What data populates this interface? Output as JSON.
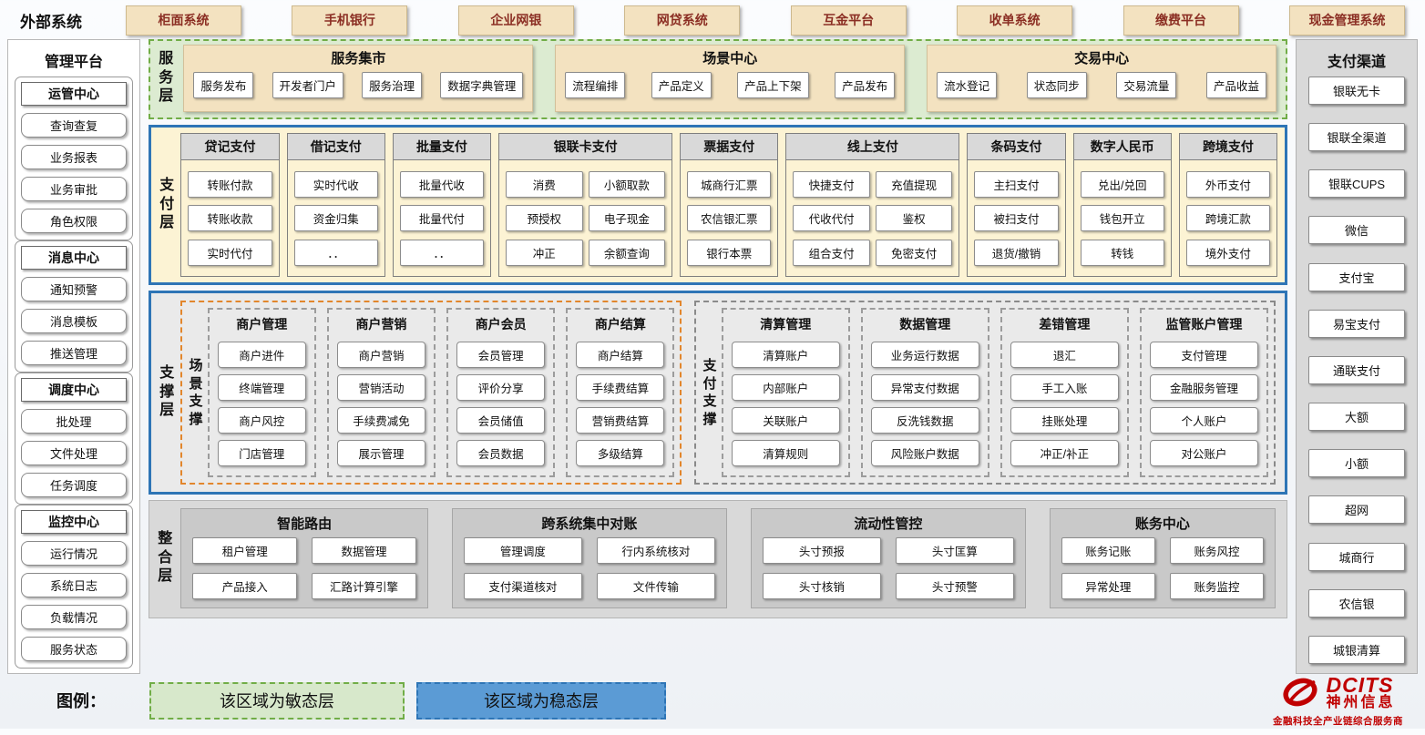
{
  "external": {
    "label": "外部系统",
    "items": [
      "柜面系统",
      "手机银行",
      "企业网银",
      "网贷系统",
      "互金平台",
      "收单系统",
      "缴费平台",
      "现金管理系统"
    ]
  },
  "management": {
    "title": "管理平台",
    "groups": [
      {
        "title": "运管中心",
        "items": [
          "查询查复",
          "业务报表",
          "业务审批",
          "角色权限"
        ]
      },
      {
        "title": "消息中心",
        "items": [
          "通知预警",
          "消息模板",
          "推送管理"
        ]
      },
      {
        "title": "调度中心",
        "items": [
          "批处理",
          "文件处理",
          "任务调度"
        ]
      },
      {
        "title": "监控中心",
        "items": [
          "运行情况",
          "系统日志",
          "负载情况",
          "服务状态"
        ]
      }
    ]
  },
  "service_layer": {
    "label": "服务层",
    "sections": [
      {
        "title": "服务集市",
        "items": [
          "服务发布",
          "开发者门户",
          "服务治理",
          "数据字典管理"
        ]
      },
      {
        "title": "场景中心",
        "items": [
          "流程编排",
          "产品定义",
          "产品上下架",
          "产品发布"
        ]
      },
      {
        "title": "交易中心",
        "items": [
          "流水登记",
          "状态同步",
          "交易流量",
          "产品收益"
        ]
      }
    ]
  },
  "payment_layer": {
    "label": "支付层",
    "columns": [
      {
        "title": "贷记支付",
        "wide": false,
        "rows": [
          [
            "转账付款"
          ],
          [
            "转账收款"
          ],
          [
            "实时代付"
          ]
        ]
      },
      {
        "title": "借记支付",
        "wide": false,
        "rows": [
          [
            "实时代收"
          ],
          [
            "资金归集"
          ],
          [
            "．．"
          ]
        ]
      },
      {
        "title": "批量支付",
        "wide": false,
        "rows": [
          [
            "批量代收"
          ],
          [
            "批量代付"
          ],
          [
            "．．"
          ]
        ]
      },
      {
        "title": "银联卡支付",
        "wide": true,
        "rows": [
          [
            "消费",
            "小额取款"
          ],
          [
            "预授权",
            "电子现金"
          ],
          [
            "冲正",
            "余额查询"
          ]
        ]
      },
      {
        "title": "票据支付",
        "wide": false,
        "rows": [
          [
            "城商行汇票"
          ],
          [
            "农信银汇票"
          ],
          [
            "银行本票"
          ]
        ]
      },
      {
        "title": "线上支付",
        "wide": true,
        "rows": [
          [
            "快捷支付",
            "充值提现"
          ],
          [
            "代收代付",
            "鉴权"
          ],
          [
            "组合支付",
            "免密支付"
          ]
        ]
      },
      {
        "title": "条码支付",
        "wide": false,
        "rows": [
          [
            "主扫支付"
          ],
          [
            "被扫支付"
          ],
          [
            "退货/撤销"
          ]
        ]
      },
      {
        "title": "数字人民币",
        "wide": false,
        "rows": [
          [
            "兑出/兑回"
          ],
          [
            "钱包开立"
          ],
          [
            "转钱"
          ]
        ]
      },
      {
        "title": "跨境支付",
        "wide": false,
        "rows": [
          [
            "外币支付"
          ],
          [
            "跨境汇款"
          ],
          [
            "境外支付"
          ]
        ]
      }
    ]
  },
  "support_layer": {
    "label": "支撑层",
    "scene": {
      "label": "场景支撑",
      "columns": [
        {
          "title": "商户管理",
          "items": [
            "商户进件",
            "终端管理",
            "商户风控",
            "门店管理"
          ]
        },
        {
          "title": "商户营销",
          "items": [
            "商户营销",
            "营销活动",
            "手续费减免",
            "展示管理"
          ]
        },
        {
          "title": "商户会员",
          "items": [
            "会员管理",
            "评价分享",
            "会员储值",
            "会员数据"
          ]
        },
        {
          "title": "商户结算",
          "items": [
            "商户结算",
            "手续费结算",
            "营销费结算",
            "多级结算"
          ]
        }
      ]
    },
    "pay": {
      "label": "支付支撑",
      "columns": [
        {
          "title": "清算管理",
          "items": [
            "清算账户",
            "内部账户",
            "关联账户",
            "清算规则"
          ]
        },
        {
          "title": "数据管理",
          "items": [
            "业务运行数据",
            "异常支付数据",
            "反洗钱数据",
            "风险账户数据"
          ]
        },
        {
          "title": "差错管理",
          "items": [
            "退汇",
            "手工入账",
            "挂账处理",
            "冲正/补正"
          ]
        },
        {
          "title": "监管账户管理",
          "items": [
            "支付管理",
            "金融服务管理",
            "个人账户",
            "对公账户"
          ]
        }
      ]
    }
  },
  "integration_layer": {
    "label": "整合层",
    "sections": [
      {
        "title": "智能路由",
        "items": [
          "租户管理",
          "数据管理",
          "产品接入",
          "汇路计算引擎"
        ]
      },
      {
        "title": "跨系统集中对账",
        "items": [
          "管理调度",
          "行内系统核对",
          "支付渠道核对",
          "文件传输"
        ]
      },
      {
        "title": "流动性管控",
        "items": [
          "头寸预报",
          "头寸匡算",
          "头寸核销",
          "头寸预警"
        ]
      },
      {
        "title": "账务中心",
        "items": [
          "账务记账",
          "账务风控",
          "异常处理",
          "账务监控"
        ]
      }
    ]
  },
  "channels": {
    "title": "支付渠道",
    "items": [
      "银联无卡",
      "银联全渠道",
      "银联CUPS",
      "微信",
      "支付宝",
      "易宝支付",
      "通联支付",
      "大额",
      "小额",
      "超网",
      "城商行",
      "农信银",
      "城银清算"
    ]
  },
  "legend": {
    "label": "图例：",
    "agile": "该区域为敏态层",
    "stable": "该区域为稳态层"
  },
  "logo": {
    "name": "DCITS",
    "company": "神州信息",
    "tagline": "金融科技全产业链综合服务商"
  },
  "colors": {
    "agile_green_border": "#71ad47",
    "agile_green_fill": "#dcebd1",
    "stable_blue_border": "#2e75b6",
    "stable_blue_fill": "#5b9bd5",
    "payment_cream": "#fcf3d4",
    "tan_box": "#f3e2c0",
    "external_text_red": "#8b2e23",
    "brand_red": "#c00000"
  }
}
